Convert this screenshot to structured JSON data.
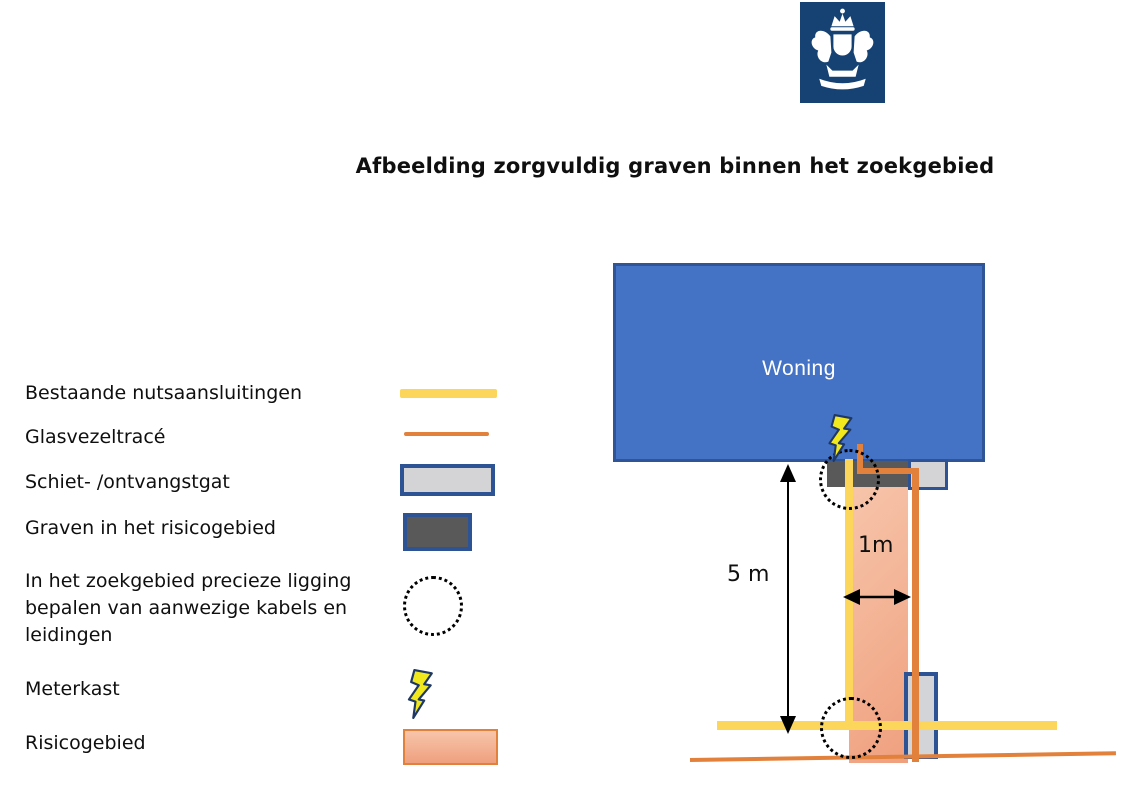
{
  "page": {
    "title": "Afbeelding zorgvuldig graven binnen het zoekgebied"
  },
  "logo": {
    "icon": "rijksoverheid-coat-of-arms",
    "background": "#154273"
  },
  "legend": {
    "items": [
      {
        "label": "Bestaande nutsaansluitingen",
        "symbol": "yellow-line"
      },
      {
        "label": "Glasvezeltracé",
        "symbol": "orange-line"
      },
      {
        "label": "Schiet- /ontvangstgat",
        "symbol": "light-gray-rect-blue-border"
      },
      {
        "label": "Graven in het risicogebied",
        "symbol": "dark-gray-rect-blue-border"
      },
      {
        "label": "In het zoekgebied precieze ligging bepalen van aanwezige kabels en leidingen",
        "symbol": "dotted-circle"
      },
      {
        "label": "Meterkast",
        "symbol": "lightning-bolt"
      },
      {
        "label": "Risicogebied",
        "symbol": "salmon-rect-orange-border"
      }
    ]
  },
  "diagram": {
    "house_label": "Woning",
    "vertical_dimension": "5 m",
    "horizontal_dimension": "1m"
  },
  "colors": {
    "logo-navy": "#154273",
    "house-fill": "#4472c4",
    "house-border": "#2f5597",
    "utility-yellow": "#fbd65b",
    "fiber-orange": "#e2813b",
    "pit-gray": "#d4d4d6",
    "dig-darkgray": "#595959",
    "rect-border-navy": "#2e5395",
    "risk-salmon-light": "#f7c5ab",
    "risk-salmon-dark": "#efa07e",
    "bolt-yellow": "#f2e81e",
    "bolt-outline": "#1f3864",
    "text-black": "#0f0f0f"
  }
}
